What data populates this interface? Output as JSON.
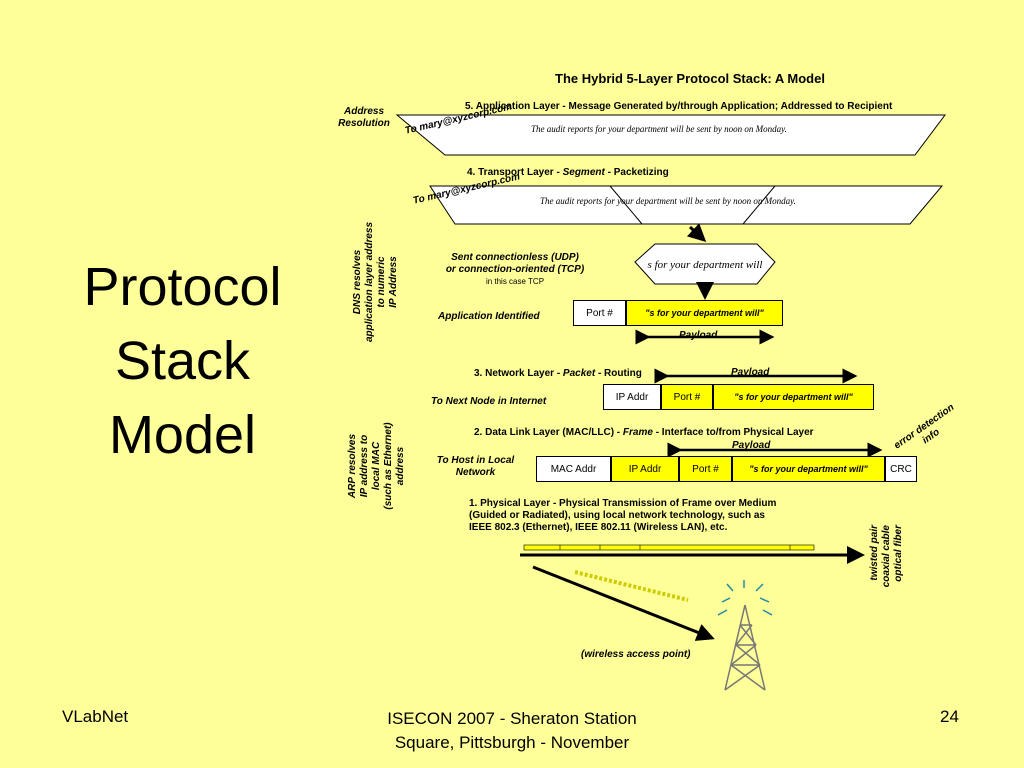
{
  "slide_title": [
    "Protocol",
    "Stack",
    "Model"
  ],
  "diagram_title": "The Hybrid 5-Layer Protocol Stack: A Model",
  "address_resolution": [
    "Address",
    "Resolution"
  ],
  "layer5": {
    "heading": "5. Application Layer - Message Generated by/through Application; Addressed to Recipient",
    "to": "To mary@xyzcorp.com",
    "message": "The audit reports for your department will be sent by noon on Monday."
  },
  "layer4": {
    "heading_pre": "4. Transport Layer - ",
    "heading_term": "Segment",
    "heading_post": " - Packetizing",
    "to": "To mary@xyzcorp.com",
    "message": "The audit reports for your department will be sent by noon on Monday.",
    "segment_text": "s for your department will",
    "sent_line1": "Sent connectionless (UDP)",
    "sent_line2": "or connection-oriented (TCP)",
    "sent_line3": "in this case TCP",
    "app_identified": "Application Identified",
    "port": "Port #",
    "payload_cell": "\"s for your department will\"",
    "payload_label": "Payload"
  },
  "dns_note": [
    "DNS resolves",
    "application layer address",
    "to numeric",
    "IP Address"
  ],
  "layer3": {
    "heading_pre": "3. Network Layer - ",
    "heading_term": "Packet",
    "heading_post": " - Routing",
    "payload_label": "Payload",
    "to": "To Next Node in Internet",
    "ip": "IP Addr",
    "port": "Port #",
    "payload_cell": "\"s for your department will\""
  },
  "layer2": {
    "heading_pre": "2. Data Link Layer (MAC/LLC) - ",
    "heading_term": "Frame",
    "heading_post": " - Interface to/from Physical Layer",
    "payload_label": "Payload",
    "to": [
      "To Host in Local",
      "Network"
    ],
    "mac": "MAC Addr",
    "ip": "IP Addr",
    "port": "Port #",
    "payload_cell": "\"s for your department will\"",
    "crc": "CRC",
    "error_note": [
      "error detection",
      "info"
    ]
  },
  "arp_note": [
    "ARP resolves",
    "IP address to",
    "local MAC",
    "(such as Ethernet)",
    "address"
  ],
  "layer1": {
    "heading": [
      "1. Physical Layer - Physical Transmission of Frame over Medium",
      "(Guided or Radiated), using local network technology, such as",
      "IEEE 802.3 (Ethernet), IEEE 802.11 (Wireless LAN), etc."
    ],
    "media": [
      "twisted pair",
      "coaxial cable",
      "optical fiber"
    ],
    "wireless": "(wireless access point)"
  },
  "footer": {
    "left": "VLabNet",
    "center": [
      "ISECON 2007 - Sheraton Station",
      "Square, Pittsburgh - November"
    ],
    "page": "24"
  },
  "colors": {
    "background": "#FFFF99",
    "highlight": "#FFFF00"
  }
}
